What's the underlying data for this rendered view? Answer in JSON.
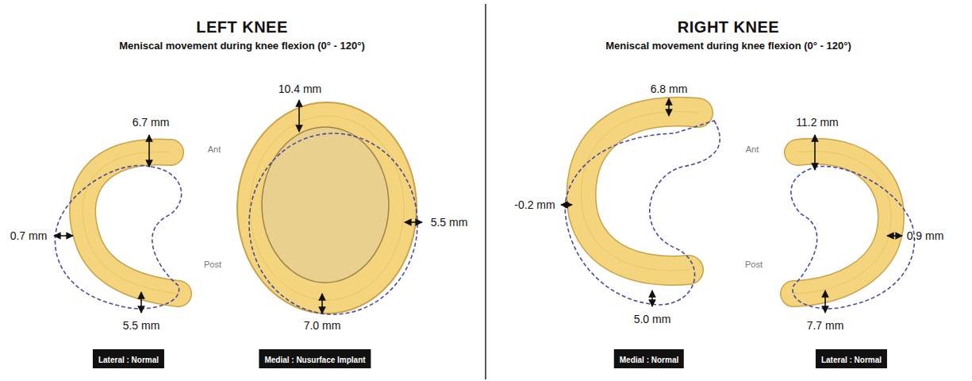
{
  "diagram": {
    "nodes": [
      {
        "text": [
          "Lateral : Normal"
        ]
      },
      {
        "text": [
          "Medial : Nusurface Implant"
        ]
      },
      {
        "text": [
          "Medial : Normal"
        ]
      },
      {
        "text": [
          "Lateral : Normal"
        ]
      }
    ],
    "labels": [
      "LEFT KNEE",
      "Meniscal movement during knee flexion (0° - 120°)",
      "6.7 mm",
      "10.4 mm",
      "Ant",
      "0.7 mm",
      "5.5 mm",
      "Post",
      "5.5 mm",
      "7.0 mm",
      "RIGHT KNEE",
      "Meniscal movement during knee flexion (0° - 120°)",
      "6.8 mm",
      "11.2 mm",
      "Ant",
      "-0.2 mm",
      "0.9 mm",
      "Post",
      "5.0 mm",
      "7.7 mm"
    ]
  }
}
